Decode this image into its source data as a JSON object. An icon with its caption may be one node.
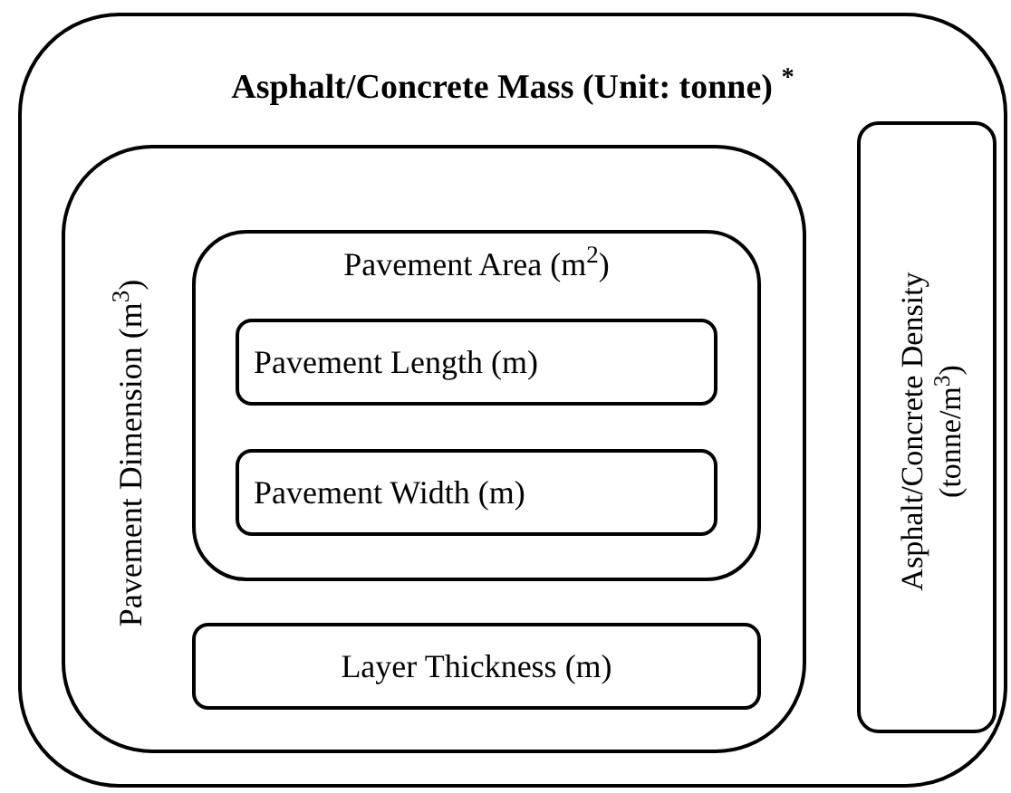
{
  "diagram": {
    "nodes": [
      {
        "text": [
          "Asphalt/Concrete Mass (Unit: tonne) $^{*}$"
        ]
      },
      {
        "text": [
          "Pavement Dimension (m$^{3}$)"
        ],
        "in": 0
      },
      {
        "text": [
          "Pavement Area (m$^{2}$)"
        ],
        "in": 1
      },
      {
        "text": [
          "Pavement Length (m)"
        ],
        "in": 2
      },
      {
        "text": [
          "Pavement Width (m)"
        ],
        "in": 2
      },
      {
        "text": [
          "Layer Thickness (m)"
        ],
        "in": 1
      },
      {
        "text": [
          "Asphalt/Concrete Density (tonne/m$^{3}$)"
        ],
        "in": 0
      }
    ]
  }
}
